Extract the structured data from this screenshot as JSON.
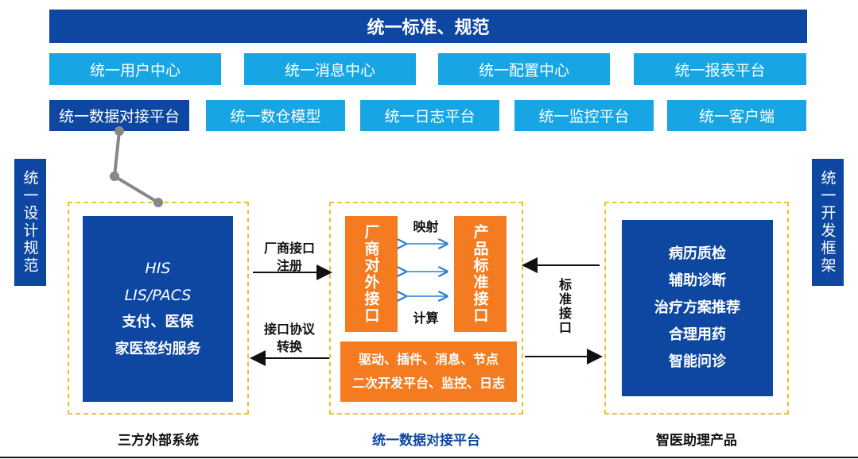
{
  "header": {
    "title": "统一标准、规范"
  },
  "row1": [
    "统一用户中心",
    "统一消息中心",
    "统一配置中心",
    "统一报表平台"
  ],
  "row2": [
    "统一数据对接平台",
    "统一数仓模型",
    "统一日志平台",
    "统一监控平台",
    "统一客户端"
  ],
  "side_left": "统一设计规范",
  "side_right": "统一开发框架",
  "left_box": {
    "lines": [
      "HIS",
      "LIS/PACS",
      "支付、医保",
      "家医签约服务"
    ],
    "caption": "三方外部系统"
  },
  "center": {
    "vendor_label": "厂商对外接口",
    "product_label": "产品标准接口",
    "map_label": "映射",
    "calc_label": "计算",
    "bottom_line1": "驱动、插件、消息、节点",
    "bottom_line2": "二次开发平台、监控、日志",
    "caption": "统一数据对接平台"
  },
  "right_box": {
    "lines": [
      "病历质检",
      "辅助诊断",
      "治疗方案推荐",
      "合理用药",
      "智能问诊"
    ],
    "caption": "智医助理产品"
  },
  "arrows": {
    "register_line1": "厂商接口",
    "register_line2": "注册",
    "convert_line1": "接口协议",
    "convert_line2": "转换",
    "standard_interface": "标准接口"
  },
  "colors": {
    "navy": "#0d47a1",
    "sky": "#17a6e3",
    "orange": "#f47b20",
    "dash_yellow": "#f2c12e"
  }
}
